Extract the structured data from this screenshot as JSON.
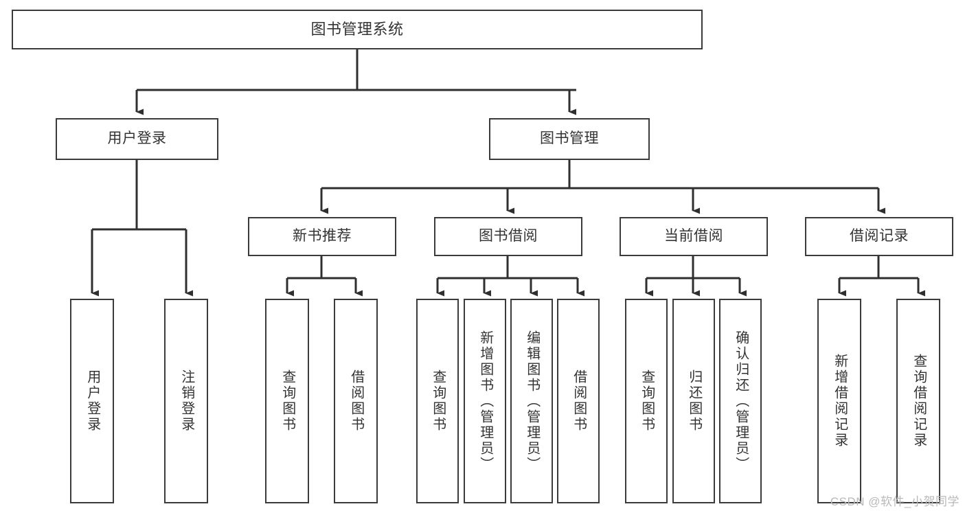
{
  "diagram": {
    "title": "图书管理系统",
    "type": "tree",
    "colors": {
      "border": "#3a3a3a",
      "text": "#333333",
      "background": "#ffffff",
      "edge": "#2f2f2f",
      "watermark": "#b9b9b9"
    },
    "watermark": "CSDN @软件_小贺同学",
    "nodes": {
      "root": {
        "label": "图书管理系统"
      },
      "level1": [
        {
          "id": "user-login",
          "label": "用户登录"
        },
        {
          "id": "book-manage",
          "label": "图书管理"
        }
      ],
      "level2": [
        {
          "id": "new-book-recommend",
          "label": "新书推荐",
          "parent": "book-manage"
        },
        {
          "id": "book-borrow",
          "label": "图书借阅",
          "parent": "book-manage"
        },
        {
          "id": "current-borrow",
          "label": "当前借阅",
          "parent": "book-manage"
        },
        {
          "id": "borrow-record",
          "label": "借阅记录",
          "parent": "book-manage"
        }
      ],
      "leaves": [
        {
          "id": "leaf-user-login",
          "label": "用户登录",
          "parent": "user-login"
        },
        {
          "id": "leaf-user-logout",
          "label": "注销登录",
          "parent": "user-login"
        },
        {
          "id": "leaf-query-book-1",
          "label": "查询图书",
          "parent": "new-book-recommend"
        },
        {
          "id": "leaf-borrow-book-1",
          "label": "借阅图书",
          "parent": "new-book-recommend"
        },
        {
          "id": "leaf-query-book-2",
          "label": "查询图书",
          "parent": "book-borrow"
        },
        {
          "id": "leaf-add-book",
          "label": "新增图书（管理员）",
          "parent": "book-borrow"
        },
        {
          "id": "leaf-edit-book",
          "label": "编辑图书（管理员）",
          "parent": "book-borrow"
        },
        {
          "id": "leaf-borrow-book-2",
          "label": "借阅图书",
          "parent": "book-borrow"
        },
        {
          "id": "leaf-query-book-3",
          "label": "查询图书",
          "parent": "current-borrow"
        },
        {
          "id": "leaf-return-book",
          "label": "归还图书",
          "parent": "current-borrow"
        },
        {
          "id": "leaf-confirm-return",
          "label": "确认归还（管理员）",
          "parent": "current-borrow"
        },
        {
          "id": "leaf-add-record",
          "label": "新增借阅记录",
          "parent": "borrow-record"
        },
        {
          "id": "leaf-query-record",
          "label": "查询借阅记录",
          "parent": "borrow-record"
        }
      ]
    }
  }
}
